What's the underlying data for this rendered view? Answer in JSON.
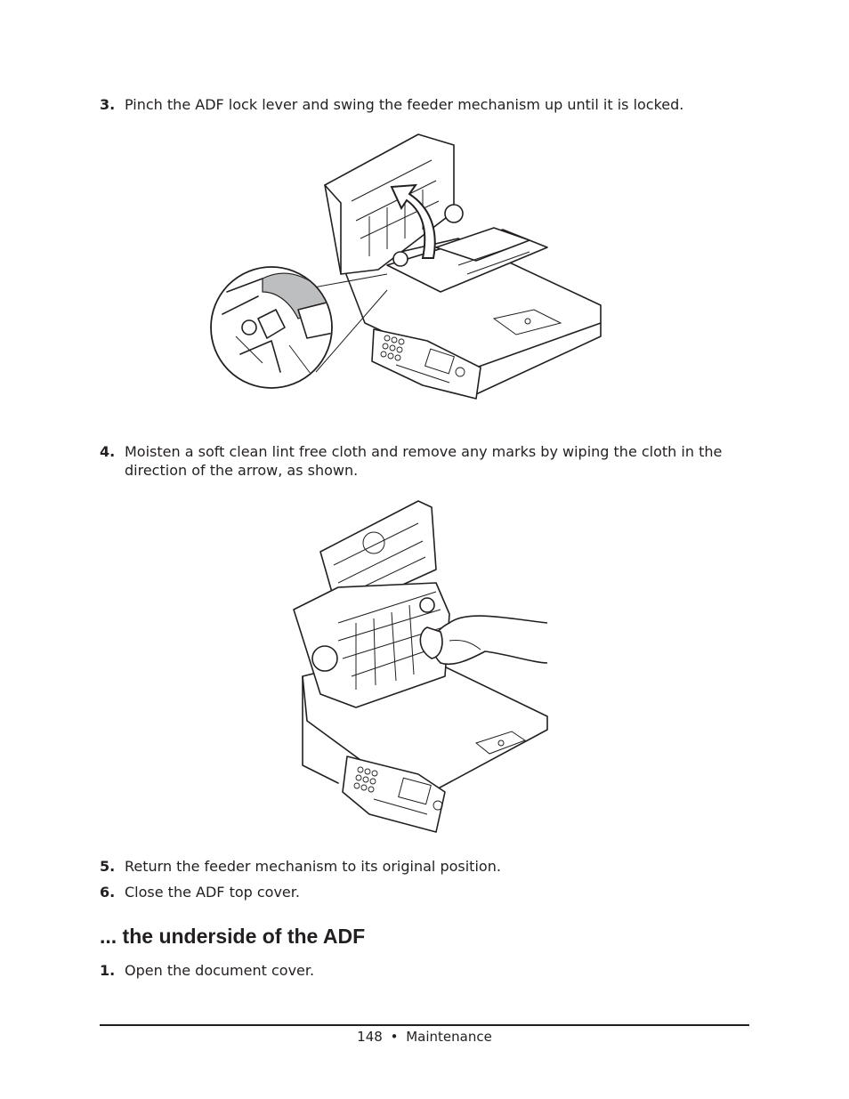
{
  "steps_top": [
    {
      "num": "3.",
      "text": "Pinch the ADF lock lever and swing the feeder mechanism up until it is locked."
    },
    {
      "num": "4.",
      "text": "Moisten a soft clean lint free cloth and remove any marks by wiping the cloth in the direction of the arrow, as shown."
    }
  ],
  "steps_bottom": [
    {
      "num": "5.",
      "text": "Return the feeder mechanism to its original position."
    },
    {
      "num": "6.",
      "text": "Close the ADF top cover."
    }
  ],
  "section_heading": "... the underside of the ADF",
  "section_steps": [
    {
      "num": "1.",
      "text": "Open the document cover."
    }
  ],
  "footer": {
    "page": "148",
    "separator": "•",
    "section": "Maintenance"
  }
}
